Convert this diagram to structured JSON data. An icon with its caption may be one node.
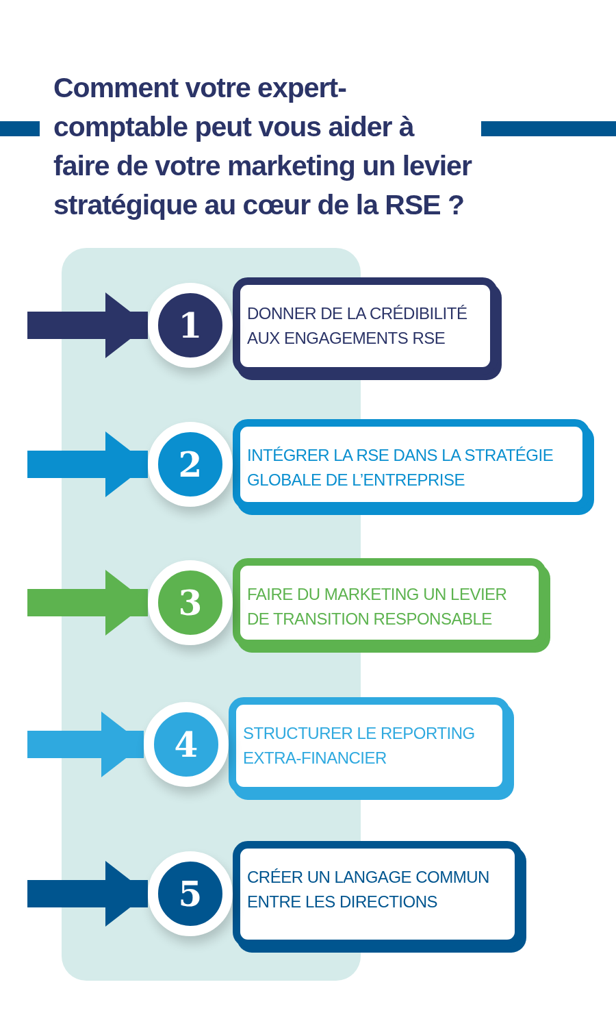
{
  "diagram": {
    "title": "Comment votre expert-comptable peut vous aider à faire de votre marketing un levier stratégique au cœur de la RSE ?",
    "nodes": [
      {
        "text": [
          "1"
        ]
      },
      {
        "text": [
          "DONNER DE LA CRÉDIBILITÉ AUX ENGAGEMENTS RSE"
        ]
      },
      {
        "text": [
          "2"
        ]
      },
      {
        "text": [
          "INTÉGRER LA RSE DANS LA STRATÉGIE GLOBALE DE L’ENTREPRISE"
        ]
      },
      {
        "text": [
          "3"
        ]
      },
      {
        "text": [
          "FAIRE DU MARKETING UN LEVIER DE TRANSITION RESPONSABLE"
        ]
      },
      {
        "text": [
          "4"
        ]
      },
      {
        "text": [
          "STRUCTURER LE REPORTING EXTRA-FINANCIER"
        ]
      },
      {
        "text": [
          "5"
        ]
      },
      {
        "text": [
          "CRÉER UN LANGAGE COMMUN ENTRE LES DIRECTIONS"
        ]
      }
    ],
    "edges": [
      {
        "from": null,
        "to": 0,
        "arrow": "to",
        "color": "#2b3467"
      },
      {
        "from": null,
        "to": 2,
        "arrow": "to",
        "color": "#0a8fcf"
      },
      {
        "from": null,
        "to": 4,
        "arrow": "to",
        "color": "#5db34f"
      },
      {
        "from": null,
        "to": 6,
        "arrow": "to",
        "color": "#2fa9df"
      },
      {
        "from": null,
        "to": 8,
        "arrow": "to",
        "color": "#00558f"
      }
    ]
  }
}
